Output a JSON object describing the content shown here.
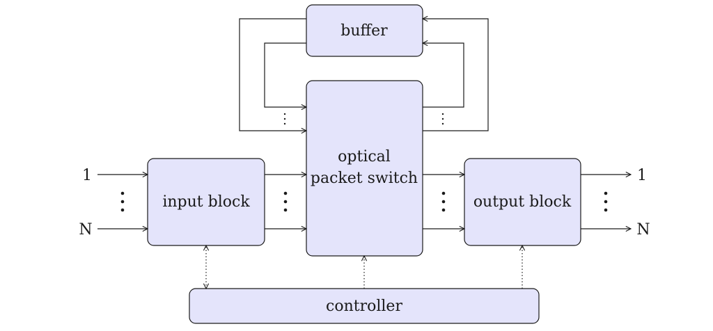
{
  "diagram": {
    "blocks": {
      "buffer": "buffer",
      "switch_line1": "optical",
      "switch_line2": "packet switch",
      "input": "input block",
      "output": "output block",
      "controller": "controller"
    },
    "ports": {
      "in_first": "1",
      "in_last": "N",
      "out_first": "1",
      "out_last": "N"
    }
  }
}
